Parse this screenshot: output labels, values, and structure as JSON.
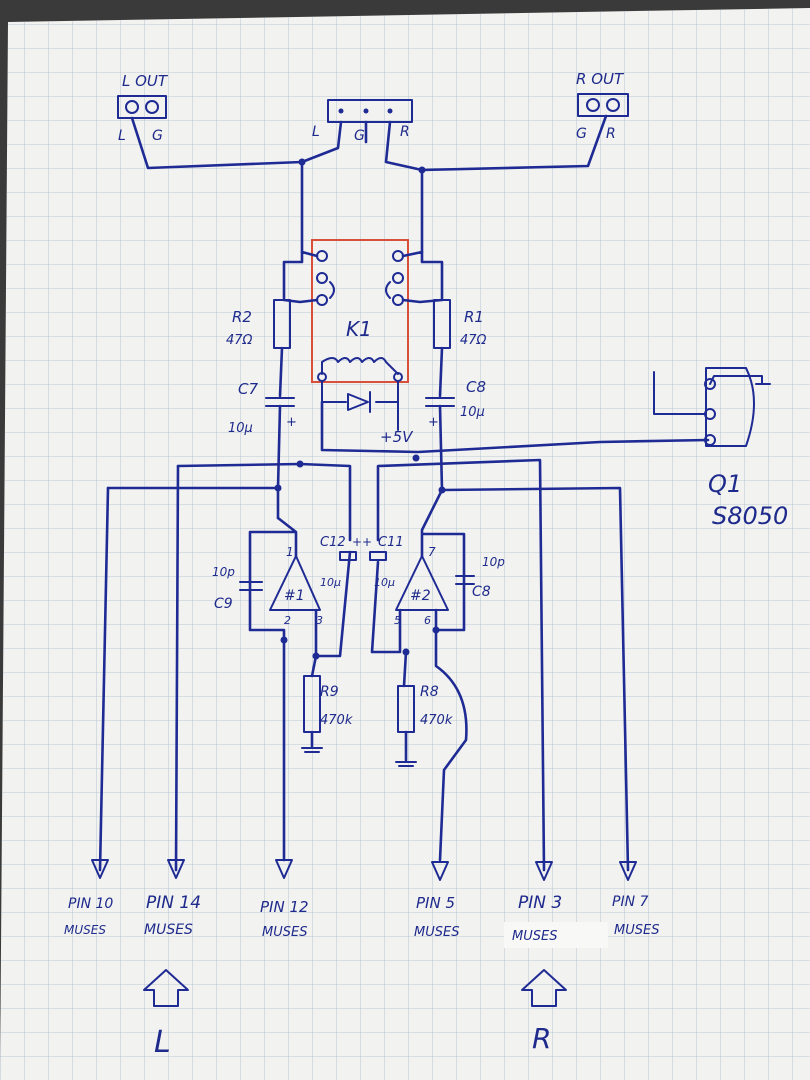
{
  "outputs": {
    "lout": {
      "title": "L OUT",
      "pin_a": "L",
      "pin_b": "G"
    },
    "center": {
      "pin_l": "L",
      "pin_g": "G",
      "pin_r": "R"
    },
    "rout": {
      "title": "R OUT",
      "pin_a": "G",
      "pin_b": "R"
    }
  },
  "relay": {
    "name": "K1",
    "supply": "+5V"
  },
  "resistors": {
    "r2": {
      "name": "R2",
      "value": "47Ω"
    },
    "r1": {
      "name": "R1",
      "value": "47Ω"
    },
    "r9": {
      "name": "R9",
      "value": "470k"
    },
    "r8": {
      "name": "R8",
      "value": "470k"
    }
  },
  "capacitors": {
    "c7": {
      "name": "C7",
      "value": "10µ"
    },
    "c8top": {
      "name": "C8",
      "value": "10µ"
    },
    "c12": {
      "name": "C12",
      "value": "10µ"
    },
    "c11": {
      "name": "C11",
      "value": "10µ"
    },
    "c9": {
      "name": "C9",
      "value": "10p"
    },
    "c8": {
      "name": "C8",
      "value": "10p"
    }
  },
  "opamps": {
    "left": {
      "name": "#1",
      "pin_top": "1",
      "pin_a": "2",
      "pin_b": "3"
    },
    "right": {
      "name": "#2",
      "pin_top": "7",
      "pin_a": "5",
      "pin_b": "6"
    }
  },
  "transistor": {
    "name": "Q1",
    "part": "S8050"
  },
  "pins": [
    {
      "pin": "PIN 10",
      "chip": "MUSES"
    },
    {
      "pin": "PIN 14",
      "chip": "MUSES"
    },
    {
      "pin": "PIN 12",
      "chip": "MUSES"
    },
    {
      "pin": "PIN 5",
      "chip": "MUSES"
    },
    {
      "pin": "PIN 3",
      "chip": "MUSES"
    },
    {
      "pin": "PIN 7",
      "chip": "MUSES"
    }
  ],
  "channels": {
    "left": "L",
    "right": "R"
  },
  "colors": {
    "ink": "#1f2b94",
    "relay_outline": "#d9503a",
    "grid": "#9fb3c8",
    "paper": "#f2f2f0"
  }
}
